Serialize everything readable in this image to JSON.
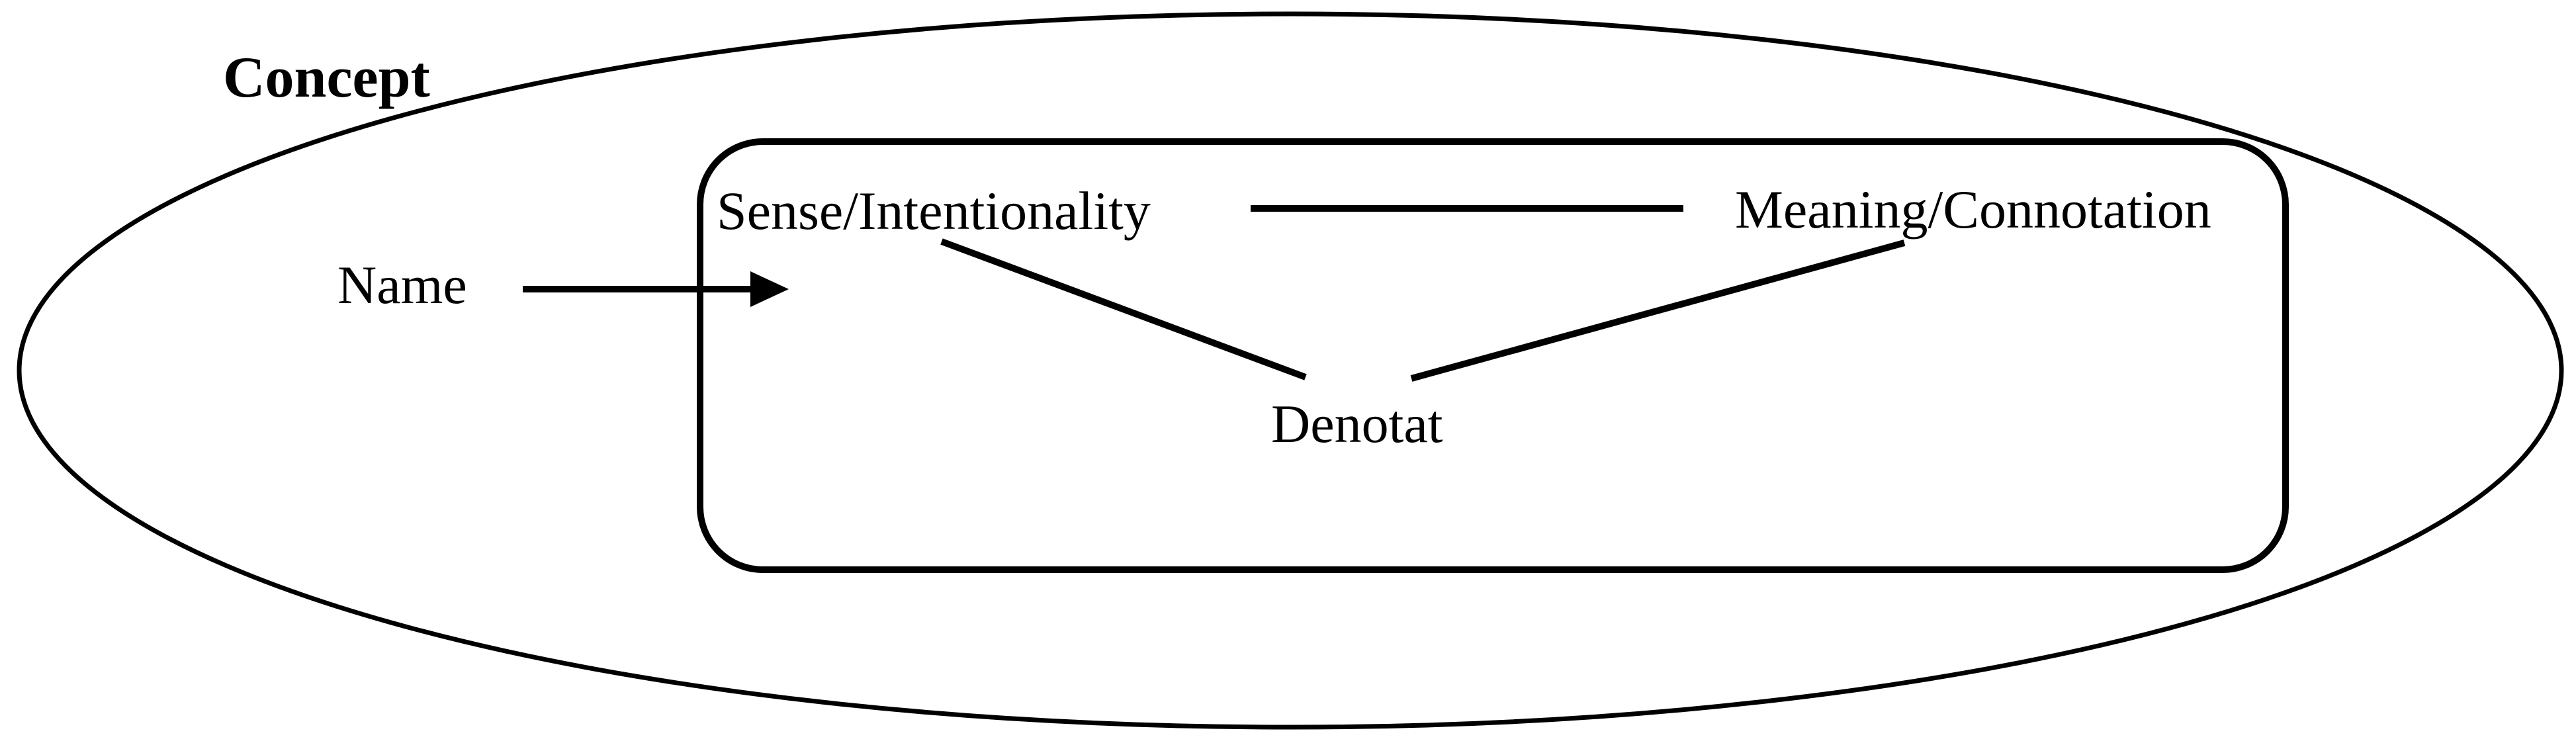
{
  "diagram": {
    "title": "Concept",
    "nodes": {
      "concept": {
        "label": "Concept",
        "shape": "ellipse",
        "style": "bold"
      },
      "sense": {
        "label": "Sense/Intentionality"
      },
      "meaning": {
        "label": "Meaning/Connotation"
      },
      "denotat": {
        "label": "Denotat"
      },
      "name": {
        "label": "Name"
      }
    },
    "edges": [
      {
        "from": "Sense/Intentionality",
        "to": "Meaning/Connotation",
        "type": "plain-line"
      },
      {
        "from": "Sense/Intentionality",
        "to": "Denotat",
        "type": "plain-line"
      },
      {
        "from": "Denotat",
        "to": "Meaning/Connotation",
        "type": "plain-line"
      },
      {
        "from": "Name",
        "to": "inner-rounded-rect",
        "type": "arrow"
      }
    ],
    "containers": [
      {
        "name": "concept-ellipse",
        "contains": [
          "Name",
          "inner-rounded-rect"
        ]
      },
      {
        "name": "inner-rounded-rect",
        "contains": [
          "Sense/Intentionality",
          "Meaning/Connotation",
          "Denotat"
        ]
      }
    ],
    "colors": {
      "background": "#ffffff",
      "line": "#000000",
      "text": "#000000"
    }
  }
}
